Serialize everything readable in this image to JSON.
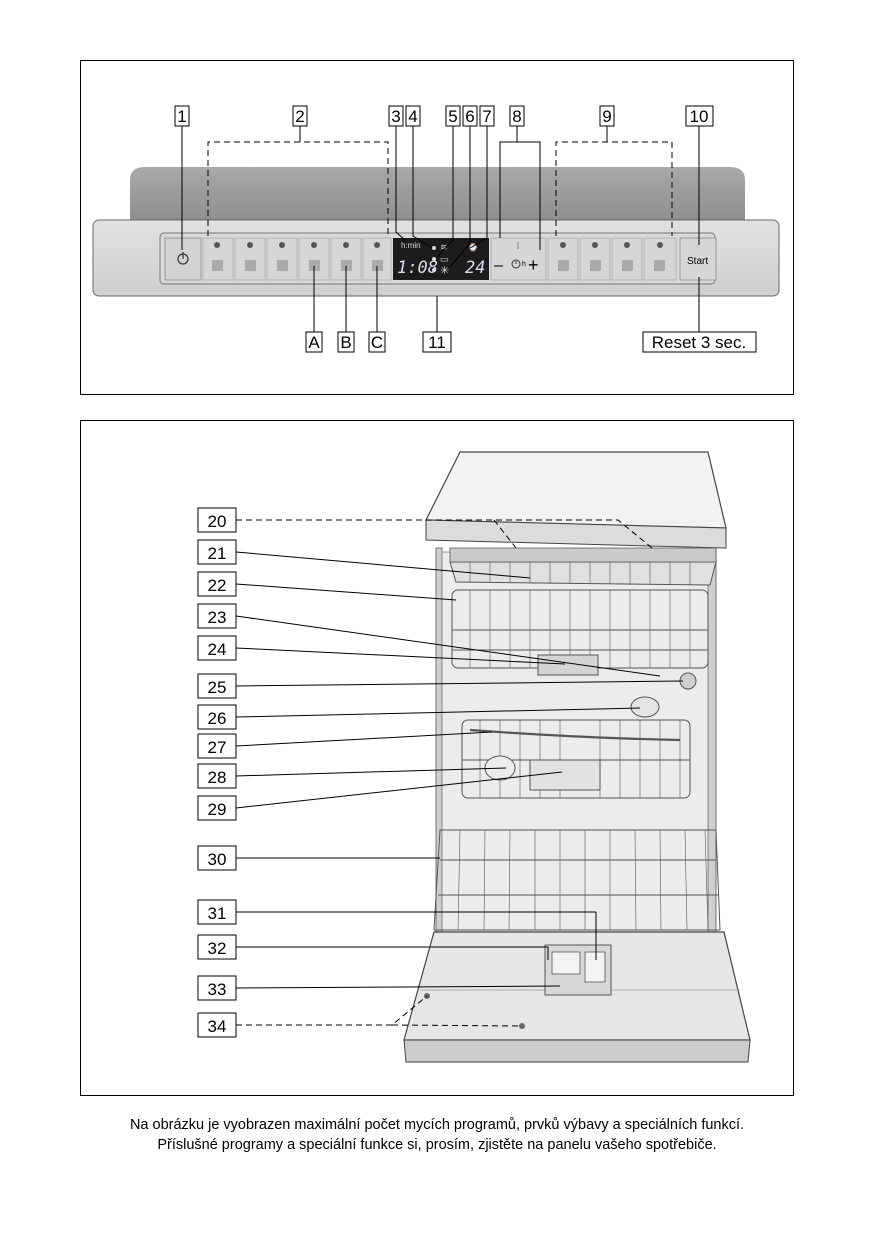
{
  "panel": {
    "labels_top": [
      "1",
      "2",
      "3",
      "4",
      "5",
      "6",
      "7",
      "8",
      "9",
      "10"
    ],
    "labels_bottom": [
      "A",
      "B",
      "C",
      "11"
    ],
    "reset_label": "Reset 3 sec.",
    "start_label": "Start",
    "display_time": "1:08",
    "display_hours": "24",
    "display_unit": "h:min",
    "minus": "–",
    "plus": "+",
    "timer_suffix": "h"
  },
  "unit": {
    "labels": [
      "20",
      "21",
      "22",
      "23",
      "24",
      "25",
      "26",
      "27",
      "28",
      "29",
      "30",
      "31",
      "32",
      "33",
      "34"
    ]
  },
  "caption": {
    "line1": "Na obrázku je vyobrazen maximální počet mycích programů, prvků výbavy a speciálních funkcí.",
    "line2": "Příslušné programy a speciální funkce si, prosím, zjistěte na panelu vašeho spotřebiče."
  }
}
